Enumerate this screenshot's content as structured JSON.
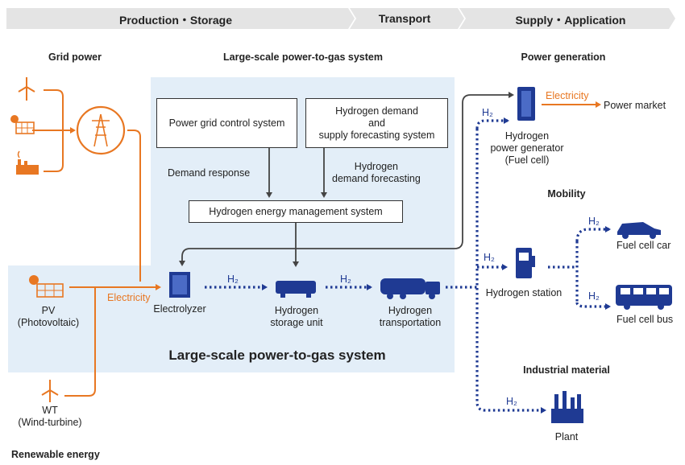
{
  "header": {
    "production_storage": "Production・Storage",
    "transport": "Transport",
    "supply_application": "Supply・Application"
  },
  "grid_power": {
    "title": "Grid power"
  },
  "p2g_top_title": "Large-scale power-to-gas system",
  "p2g_bottom_title": "Large-scale power-to-gas system",
  "boxes": {
    "grid_control": "Power grid control system",
    "forecasting": "Hydrogen demand\nand\nsupply forecasting system",
    "hems": "Hydrogen energy management system"
  },
  "labels": {
    "demand_response": "Demand response",
    "demand_forecasting": "Hydrogen\ndemand forecasting",
    "electricity_pv": "Electricity",
    "electrolyzer": "Electrolyzer",
    "storage_unit": "Hydrogen\nstorage unit",
    "transportation": "Hydrogen\ntransportation",
    "pv": "PV\n(Photovoltaic)",
    "wt": "WT\n(Wind-turbine)",
    "renewable_energy": "Renewable energy",
    "h2": "H₂"
  },
  "supply": {
    "power_generation_title": "Power generation",
    "generator": "Hydrogen\npower generator\n(Fuel cell)",
    "electricity": "Electricity",
    "power_market": "Power market",
    "mobility_title": "Mobility",
    "station": "Hydrogen station",
    "fuel_cell_car": "Fuel cell car",
    "fuel_cell_bus": "Fuel cell bus",
    "industrial_title": "Industrial material",
    "plant": "Plant"
  },
  "colors": {
    "orange": "#E87722",
    "navy": "#1F3A93",
    "light_blue": "#E3EEF8",
    "header_gray": "#E4E4E4"
  }
}
